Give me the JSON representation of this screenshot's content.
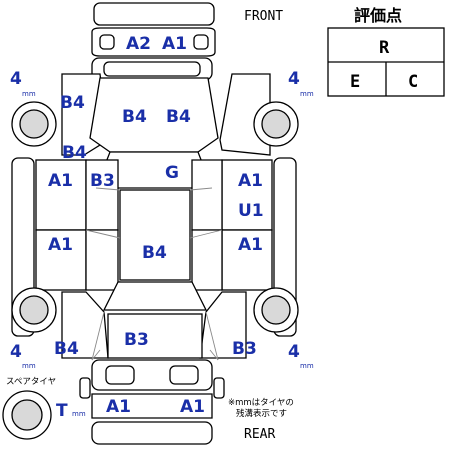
{
  "labels": {
    "front": "FRONT",
    "rear": "REAR",
    "spare_tire": "スペアタイヤ",
    "tread_unit": "mm",
    "note_line1": "※mmはタイヤの",
    "note_line2": "残溝表示です"
  },
  "grade": {
    "title": "評価点",
    "overall": "R",
    "exterior": "E",
    "interior": "C"
  },
  "tires": {
    "front_left": "4",
    "front_right": "4",
    "rear_left": "4",
    "rear_right": "4",
    "spare": "T"
  },
  "damage": {
    "front_bumper_left": "A2",
    "front_bumper_right": "A1",
    "left_front_fender": "B4",
    "hood_left": "B4",
    "hood_right": "B4",
    "left_a_pillar": "B4",
    "windshield": "G",
    "left_front_door": "A1",
    "left_front_door_edge": "B3",
    "right_front_door_upper": "A1",
    "right_front_door_lower": "U1",
    "left_rear_door": "A1",
    "roof": "B4",
    "right_rear_door": "A1",
    "left_rear_fender": "B4",
    "trunk": "B3",
    "right_rear_fender": "B3",
    "rear_bumper_left": "A1",
    "rear_bumper_right": "A1"
  }
}
